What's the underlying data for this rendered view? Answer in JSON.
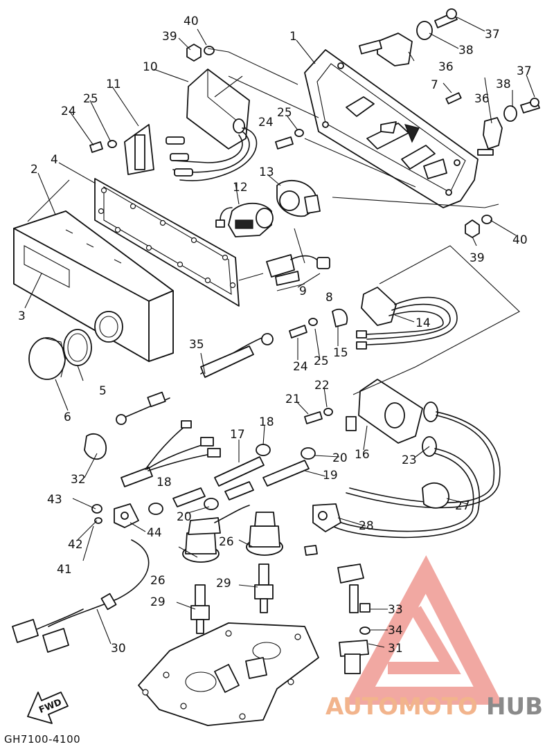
{
  "diagram_code": "GH7100-4100",
  "fwd_label": "FWD",
  "watermark": {
    "part1": "AUTOMOTO",
    "part2": "HUB",
    "accent_color": "#e8453c"
  },
  "callouts": [
    "1",
    "2",
    "3",
    "4",
    "5",
    "6",
    "7",
    "8",
    "9",
    "10",
    "11",
    "12",
    "13",
    "14",
    "15",
    "16",
    "17",
    "18",
    "18",
    "19",
    "20",
    "20",
    "21",
    "22",
    "23",
    "24",
    "24",
    "24",
    "25",
    "25",
    "25",
    "26",
    "26",
    "27",
    "28",
    "29",
    "29",
    "30",
    "31",
    "32",
    "33",
    "34",
    "35",
    "36",
    "36",
    "37",
    "37",
    "38",
    "38",
    "39",
    "39",
    "40",
    "40",
    "41",
    "42",
    "43",
    "44"
  ]
}
